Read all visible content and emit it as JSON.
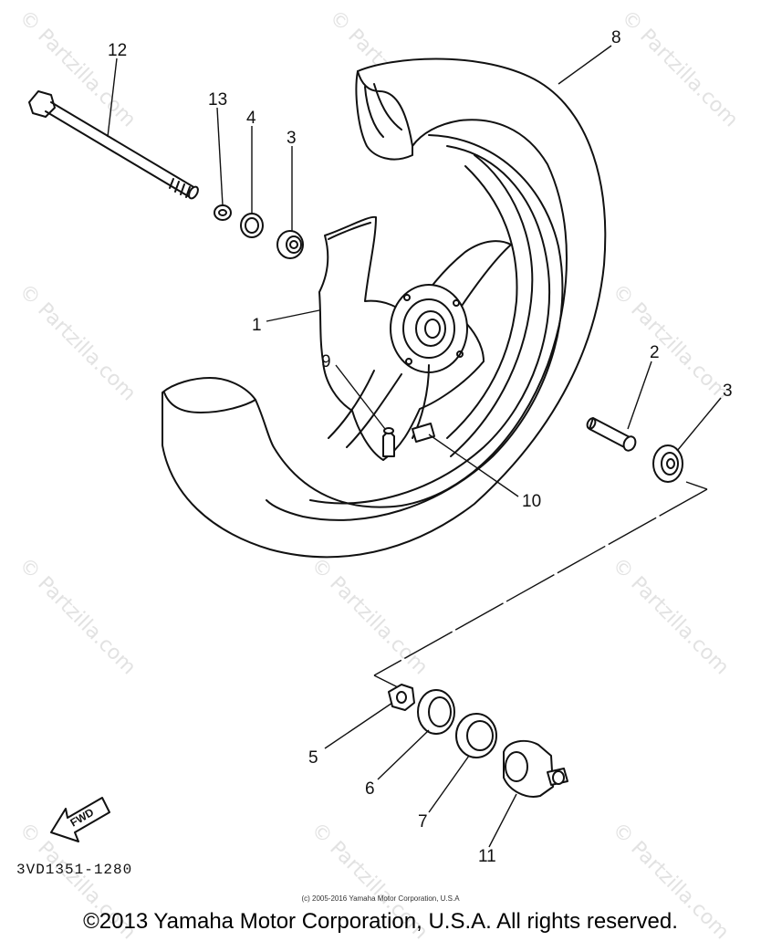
{
  "diagram": {
    "callouts": [
      "12",
      "13",
      "4",
      "3",
      "1",
      "9",
      "2",
      "3",
      "10",
      "8",
      "5",
      "6",
      "7",
      "11"
    ],
    "fwd_label": "FWD",
    "watermark": "© Partzilla.com",
    "part_code": "3VD1351-1280",
    "small_copyright": "(c) 2005-2016 Yamaha Motor Corporation, U.S.A",
    "footer_copyright": "©2013 Yamaha Motor Corporation, U.S.A. All rights reserved."
  }
}
